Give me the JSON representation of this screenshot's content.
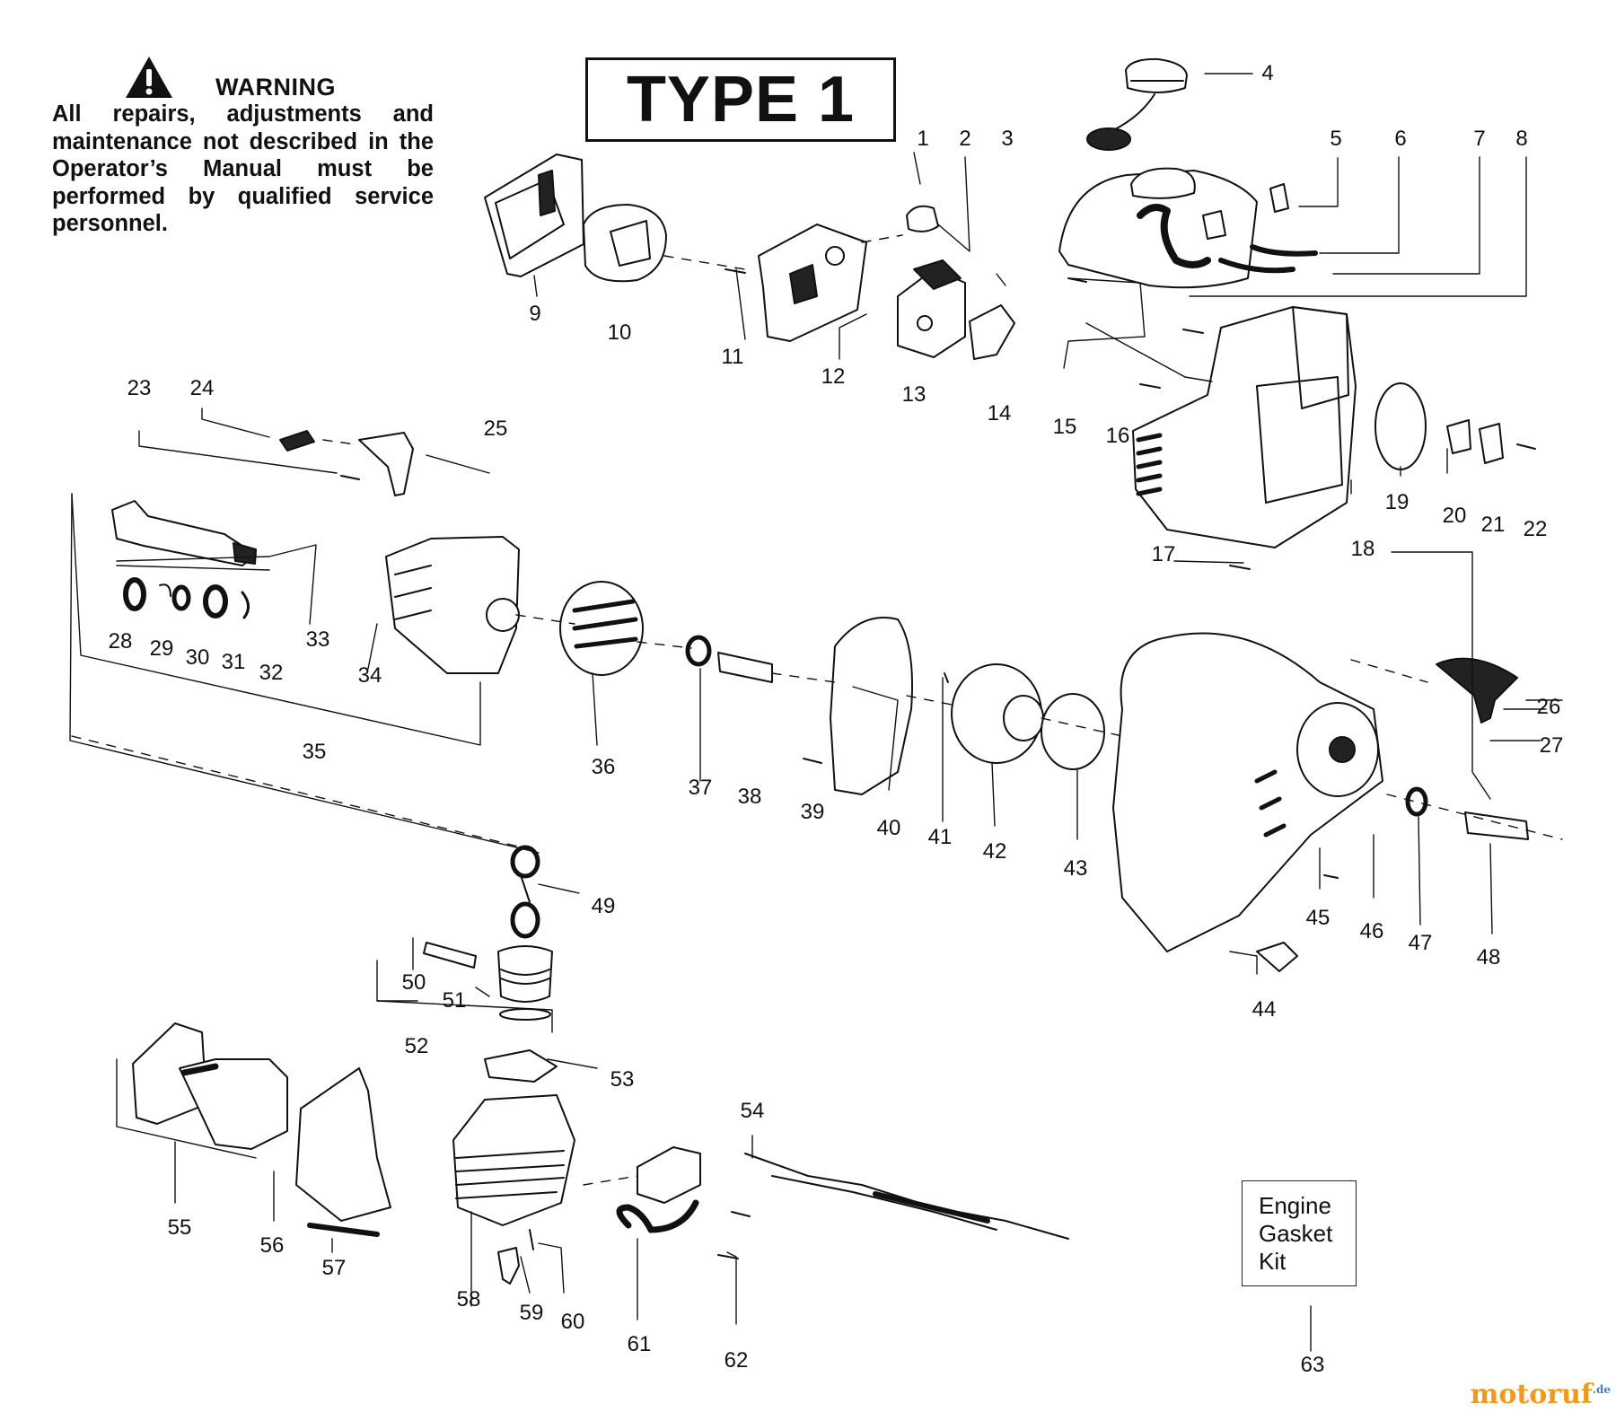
{
  "warning": {
    "title": "WARNING",
    "text": "All repairs, adjustments and maintenance not described in the Operator’s Manual must be performed by qualified service personnel."
  },
  "type_label": "TYPE 1",
  "kit_label": [
    "Engine",
    "Gasket",
    "Kit"
  ],
  "watermark": {
    "main": "motoruf",
    "suffix": ".de"
  },
  "part_labels": [
    "1",
    "2",
    "3",
    "4",
    "5",
    "6",
    "7",
    "8",
    "9",
    "10",
    "11",
    "12",
    "13",
    "14",
    "15",
    "16",
    "17",
    "18",
    "19",
    "20",
    "21",
    "22",
    "23",
    "24",
    "25",
    "26",
    "27",
    "28",
    "29",
    "30",
    "31",
    "32",
    "33",
    "34",
    "35",
    "36",
    "37",
    "38",
    "39",
    "40",
    "41",
    "42",
    "43",
    "44",
    "45",
    "46",
    "47",
    "48",
    "49",
    "50",
    "51",
    "52",
    "53",
    "54",
    "55",
    "56",
    "57",
    "58",
    "59",
    "60",
    "61",
    "62",
    "63"
  ],
  "colors": {
    "ink": "#111111",
    "part_fill": "#ffffff",
    "dark_part": "#222222",
    "brand_blue": "#4a7bb8",
    "brand_orange": "#ef9a1a"
  }
}
